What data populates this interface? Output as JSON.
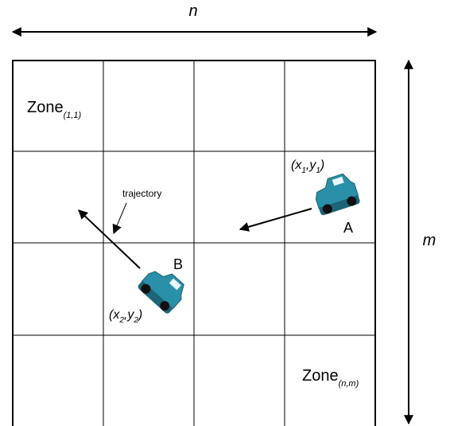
{
  "dimensions": {
    "width_label": "n",
    "height_label": "m"
  },
  "grid": {
    "columns": 4,
    "rows": 4
  },
  "zones": {
    "first": {
      "text": "Zone",
      "subscript": "(1,1)"
    },
    "last": {
      "text": "Zone",
      "subscript": "(n,m)"
    }
  },
  "trajectory_label": "trajectory",
  "cars": [
    {
      "label": "A",
      "coordinate": {
        "x": "x",
        "x_sub": "1",
        "y": "y",
        "y_sub": "1"
      }
    },
    {
      "label": "B",
      "coordinate": {
        "x": "x",
        "x_sub": "2",
        "y": "y",
        "y_sub": "2"
      }
    }
  ],
  "colors": {
    "car_body": "#2a8fa8",
    "car_roof": "#3aa7c2",
    "car_window": "#e9f6fa",
    "wheel": "#111111",
    "lines": "#000000"
  }
}
